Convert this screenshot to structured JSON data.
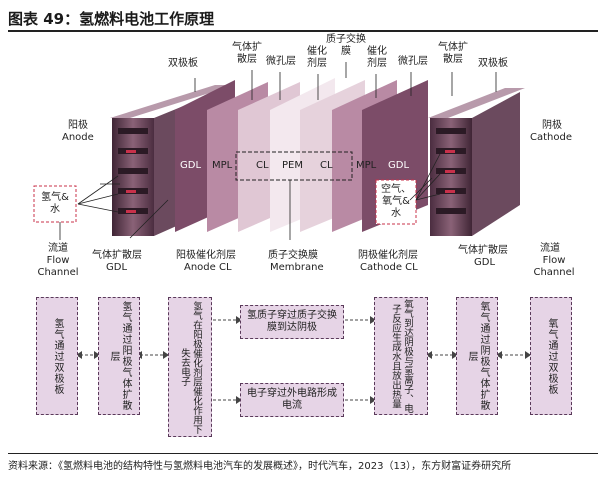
{
  "title": "图表 49：氢燃料电池工作原理",
  "top_labels": {
    "bipolar_left": "双极板",
    "gas_diff_left": "气体扩散层",
    "micro_left": "微孔层",
    "catalyst_left": "催化剂层",
    "proton_membrane": "质子交换膜",
    "catalyst_right": "催化剂层",
    "micro_right": "微孔层",
    "gas_diff_right": "气体扩散层",
    "bipolar_right": "双极板"
  },
  "sides": {
    "anode_cn": "阳极",
    "anode_en": "Anode",
    "cathode_cn": "阴极",
    "cathode_en": "Cathode"
  },
  "inner": {
    "gdl_left": "GDL",
    "mpl_left": "MPL",
    "cl_left": "CL",
    "pem": "PEM",
    "cl_right": "CL",
    "mpl_right": "MPL",
    "gdl_right": "GDL"
  },
  "inputs": {
    "hydrogen": "氢气& 水",
    "air": "空气、氧气& 水"
  },
  "bottom_labels": {
    "flow_left_cn": "流道",
    "flow_left_en": "Flow Channel",
    "gdl_left_cn": "气体扩散层",
    "gdl_left_en": "GDL",
    "anode_cl_cn": "阳极催化剂层",
    "anode_cl_en": "Anode CL",
    "membrane_cn": "质子交换膜",
    "membrane_en": "Membrane",
    "cathode_cl_cn": "阴极催化剂层",
    "cathode_cl_en": "Cathode CL",
    "gdl_right_cn": "气体扩散层",
    "gdl_right_en": "GDL",
    "flow_right_cn": "流道",
    "flow_right_en": "Flow Channel"
  },
  "process": [
    "氢气通过双极板",
    "氢气通过阳极气体扩散层",
    "氢气在阳极催化剂层催化作用下失去电子",
    "氢质子穿过质子交换膜到达阴极",
    "电子穿过外电路形成电流",
    "氧气到达阴极与氢离子、电子反应生成水且放出热量",
    "氧气通过阴极气体扩散层",
    "氧气通过双极板"
  ],
  "source": "资料来源：《氢燃料电池的结构特性与氢燃料电池汽车的发展概述》，时代汽车，2023（13），东方财富证券研究所",
  "colors": {
    "plate_dark": "#5a3a4e",
    "plate_mid": "#7a5266",
    "gdl": "#8b5a75",
    "mpl": "#c9a3b8",
    "cl": "#e3cbd7",
    "pem": "#f1e6ec",
    "box_fill": "#e6d4e6"
  }
}
